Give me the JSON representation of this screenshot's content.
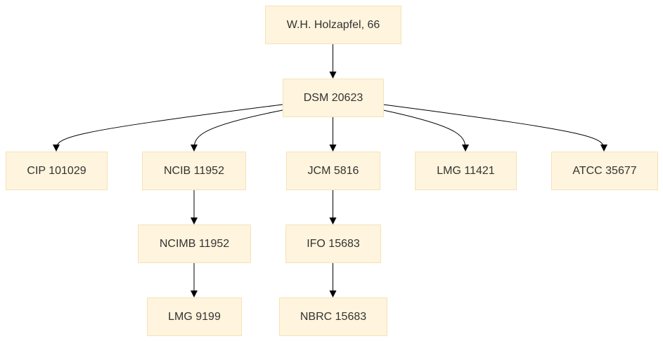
{
  "diagram": {
    "type": "flowchart-tree",
    "colors": {
      "node_fill": "#fff4dd",
      "node_border": "#f3e3b8",
      "text": "#333333",
      "edge": "#000000"
    },
    "nodes": [
      {
        "id": "holzapfel",
        "label": "W.H. Holzapfel, 66"
      },
      {
        "id": "dsm",
        "label": "DSM 20623"
      },
      {
        "id": "cip",
        "label": "CIP 101029"
      },
      {
        "id": "ncib",
        "label": "NCIB 11952"
      },
      {
        "id": "jcm",
        "label": "JCM 5816"
      },
      {
        "id": "lmg11421",
        "label": "LMG 11421"
      },
      {
        "id": "atcc",
        "label": "ATCC 35677"
      },
      {
        "id": "ncimb",
        "label": "NCIMB 11952"
      },
      {
        "id": "ifo",
        "label": "IFO 15683"
      },
      {
        "id": "lmg9199",
        "label": "LMG 9199"
      },
      {
        "id": "nbrc",
        "label": "NBRC 15683"
      }
    ],
    "edges": [
      {
        "from": "holzapfel",
        "to": "dsm"
      },
      {
        "from": "dsm",
        "to": "cip"
      },
      {
        "from": "dsm",
        "to": "ncib"
      },
      {
        "from": "dsm",
        "to": "jcm"
      },
      {
        "from": "dsm",
        "to": "lmg11421"
      },
      {
        "from": "dsm",
        "to": "atcc"
      },
      {
        "from": "ncib",
        "to": "ncimb"
      },
      {
        "from": "jcm",
        "to": "ifo"
      },
      {
        "from": "ncimb",
        "to": "lmg9199"
      },
      {
        "from": "ifo",
        "to": "nbrc"
      }
    ]
  }
}
